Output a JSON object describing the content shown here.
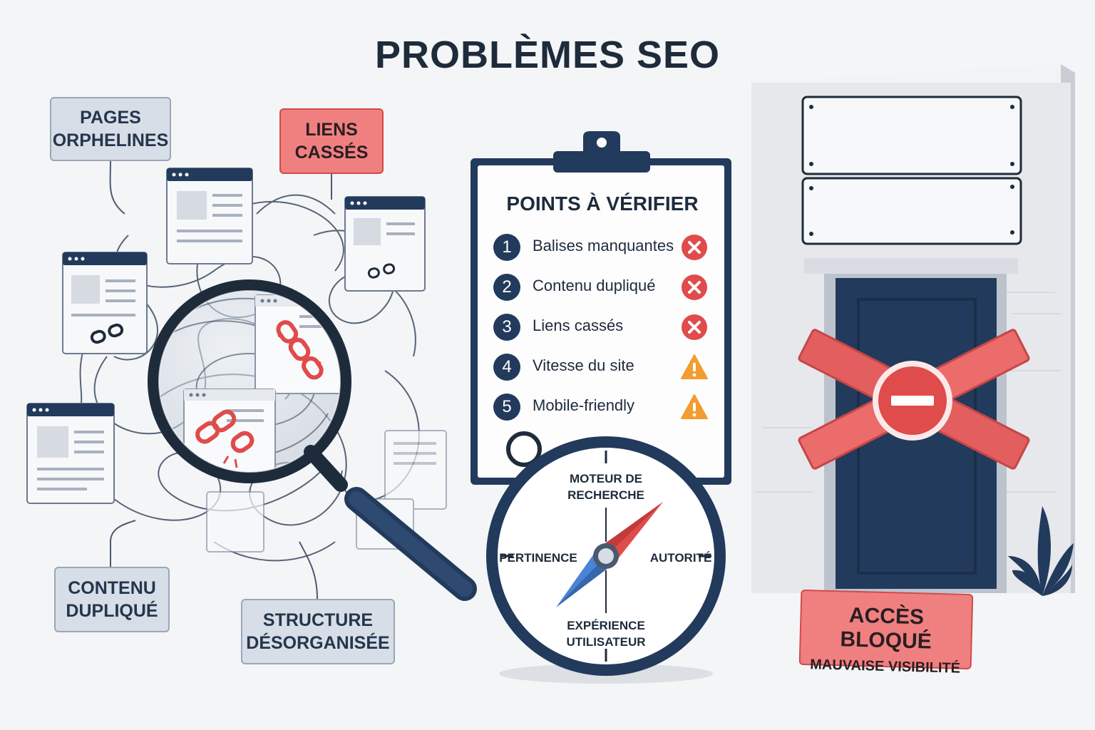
{
  "title": "PROBLÈMES SEO",
  "labels": {
    "orphan_pages": [
      "PAGES",
      "ORPHELINES"
    ],
    "broken_links": [
      "LIENS",
      "CASSÉS"
    ],
    "duplicate_content": [
      "CONTENU",
      "DUPLIQUÉ"
    ],
    "messy_structure": [
      "STRUCTURE",
      "DÉSORGANISÉE"
    ]
  },
  "checklist": {
    "title": "POINTS À VÉRIFIER",
    "items": [
      {
        "num": "1",
        "label": "Balises manquantes",
        "status": "error"
      },
      {
        "num": "2",
        "label": "Contenu dupliqué",
        "status": "error"
      },
      {
        "num": "3",
        "label": "Liens cassés",
        "status": "error"
      },
      {
        "num": "4",
        "label": "Vitesse du site",
        "status": "warning"
      },
      {
        "num": "5",
        "label": "Mobile-friendly",
        "status": "warning"
      }
    ]
  },
  "compass": {
    "north": [
      "MOTEUR DE",
      "RECHERCHE"
    ],
    "west": "PERTINENCE",
    "east": "AUTORITÉ",
    "south": [
      "EXPÉRIENCE",
      "UTILISATEUR"
    ]
  },
  "blocked": {
    "title": "ACCÈS BLOQUÉ",
    "subtitle": "MAUVAISE VISIBILITÉ"
  },
  "colors": {
    "navy": "#223a5c",
    "error_red": "#e04b4b",
    "warning_orange": "#f39c2f",
    "label_red": "#f08080",
    "label_gray": "#d7dee7"
  }
}
